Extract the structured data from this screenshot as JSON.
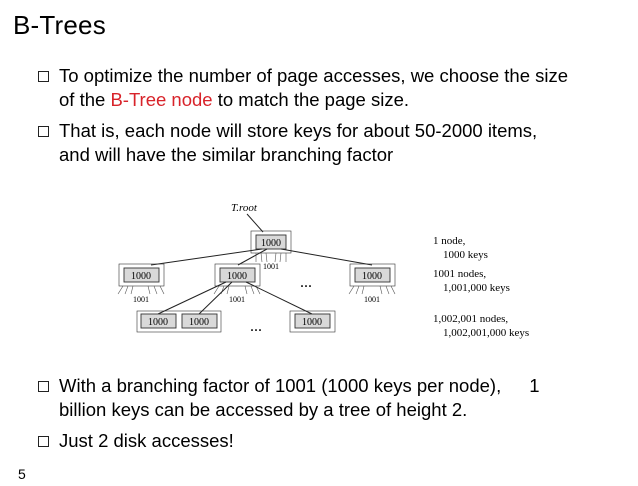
{
  "slide": {
    "title": "B-Trees",
    "page_number": "5"
  },
  "bullets": [
    {
      "line1_pre": "To optimize the number of page accesses, we choose the size",
      "line2_pre": "of the ",
      "line2_highlight": "B-Tree node",
      "line2_post": " to match the page size."
    },
    {
      "line1": "That is, each node will store keys for about 50-2000 items,",
      "line2": "and will have the similar branching factor"
    },
    {
      "line1": "With a branching factor of 1001 (1000 keys per node),",
      "line1_tail": "1",
      "line2": "billion keys can be accessed by a tree of height 2."
    },
    {
      "line1": "Just 2 disk accesses!"
    }
  ],
  "diagram": {
    "root_label": "T.root",
    "root_node": "1000",
    "root_children": "1001",
    "level1_nodes": [
      "1000",
      "1000",
      "1000"
    ],
    "level1_children": [
      "1001",
      "1001",
      "1001"
    ],
    "level2_nodes": [
      "1000",
      "1000",
      "1000"
    ],
    "ellipsis": "...",
    "annotations": [
      {
        "line1": "1 node,",
        "line2": "1000 keys"
      },
      {
        "line1": "1001 nodes,",
        "line2": "1,001,000 keys"
      },
      {
        "line1": "1,002,001 nodes,",
        "line2": "1,002,001,000 keys"
      }
    ]
  },
  "colors": {
    "highlight": "#d8232a",
    "node_fill": "#d9d9d9"
  }
}
